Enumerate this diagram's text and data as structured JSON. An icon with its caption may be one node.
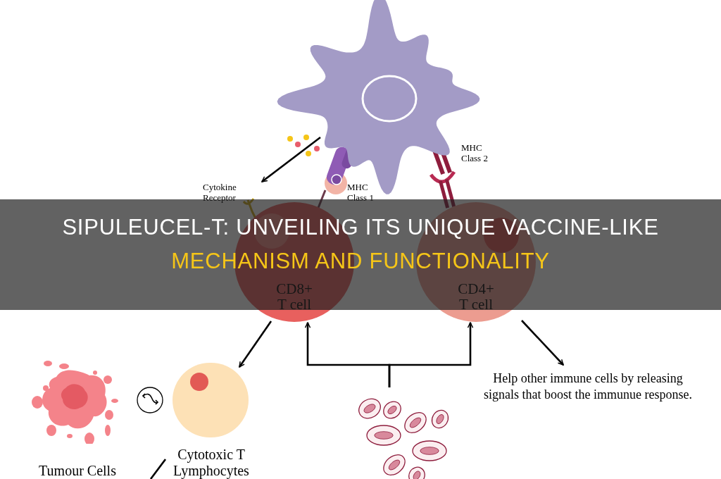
{
  "diagram": {
    "title": "SIPULEUCEL-T: UNVEILING ITS UNIQUE VACCINE-LIKE MECHANISM AND FUNCTIONALITY",
    "nodes": [
      {
        "text": [],
        "shape": "picture"
      },
      {
        "text": [
          "CD8+ T cell"
        ]
      },
      {
        "text": [
          "CD4+ T cell"
        ]
      },
      {
        "text": [
          "Cytotoxic T Lymphocytes"
        ]
      },
      {
        "text": [
          "Tumour Cells"
        ]
      },
      {
        "text": [],
        "shape": "picture"
      },
      {
        "text": [
          "Help other immune cells by releasing signals that boost the immunue response."
        ]
      }
    ],
    "edges": [
      {
        "from": 0,
        "to": 1,
        "arrow": "to"
      },
      {
        "from": 1,
        "to": 3,
        "arrow": "to"
      },
      {
        "from": 5,
        "to": 1,
        "arrow": "to"
      },
      {
        "from": 5,
        "to": 2,
        "arrow": "to"
      },
      {
        "from": 2,
        "to": 6,
        "arrow": "to"
      },
      {
        "from": 3,
        "to": null,
        "arrow": "none"
      }
    ],
    "labels": [
      "MHC Class 2",
      "Cytokine Receptor",
      "MHC Class 1"
    ]
  }
}
